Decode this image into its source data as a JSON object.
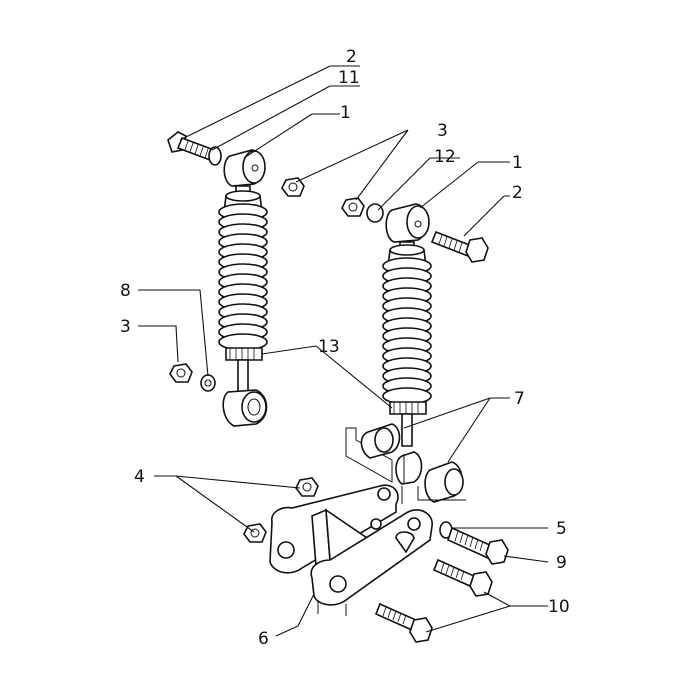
{
  "callouts": [
    {
      "id": "c2-top",
      "text": "2"
    },
    {
      "id": "c11",
      "text": "11"
    },
    {
      "id": "c1-top",
      "text": "1"
    },
    {
      "id": "c3-top",
      "text": "3"
    },
    {
      "id": "c12",
      "text": "12"
    },
    {
      "id": "c1-right",
      "text": "1"
    },
    {
      "id": "c2-right",
      "text": "2"
    },
    {
      "id": "c8",
      "text": "8"
    },
    {
      "id": "c3-left",
      "text": "3"
    },
    {
      "id": "c13",
      "text": "13"
    },
    {
      "id": "c7",
      "text": "7"
    },
    {
      "id": "c4",
      "text": "4"
    },
    {
      "id": "c5",
      "text": "5"
    },
    {
      "id": "c9",
      "text": "9"
    },
    {
      "id": "c10",
      "text": "10"
    },
    {
      "id": "c6",
      "text": "6"
    }
  ],
  "colors": {
    "ink": "#111111",
    "paper": "#ffffff"
  }
}
